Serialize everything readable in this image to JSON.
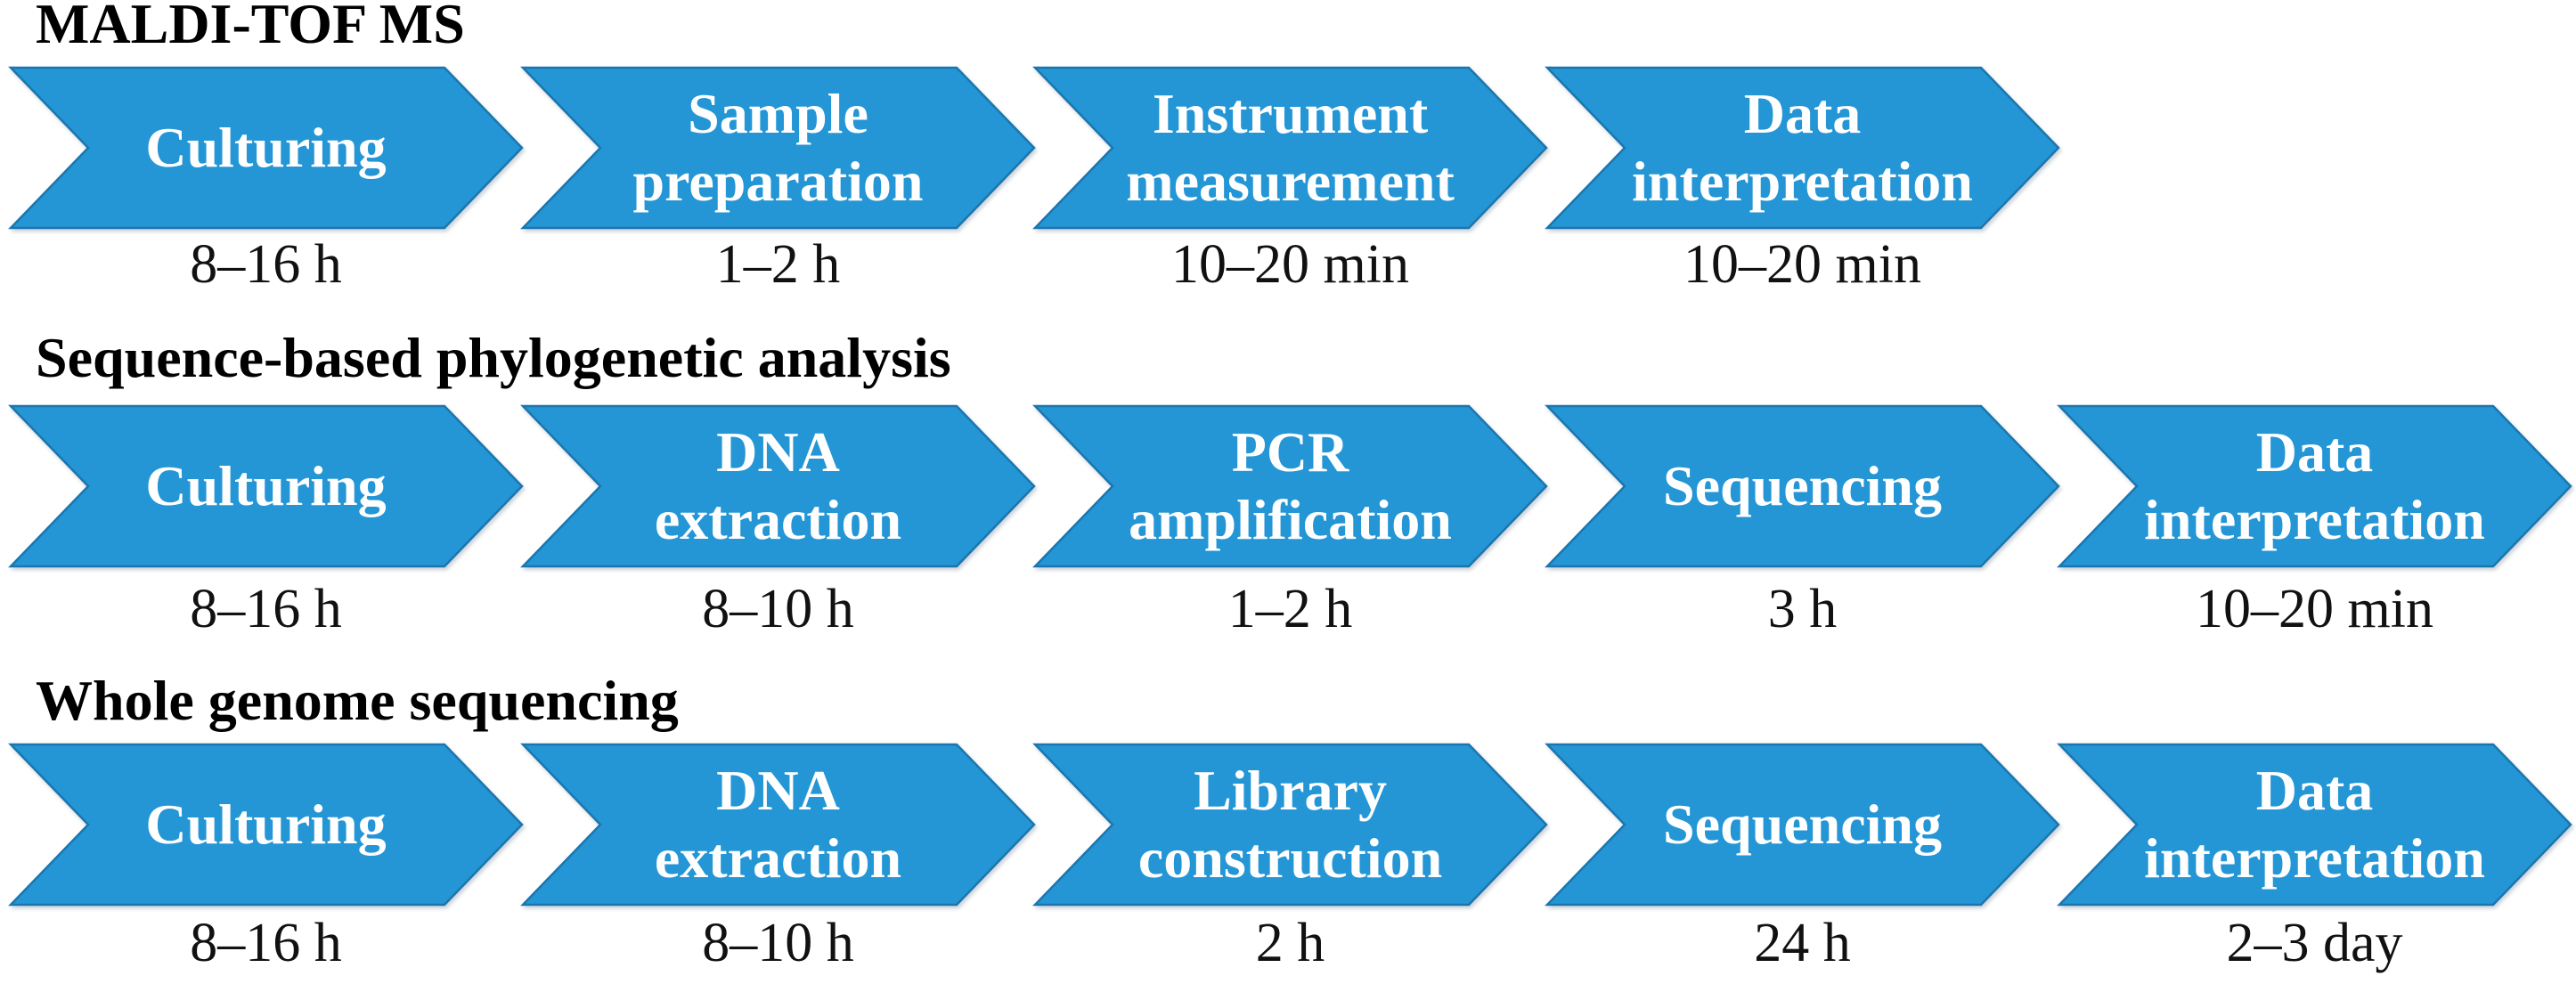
{
  "figure": {
    "background": "#ffffff",
    "arrow_fill": "#2496d5",
    "arrow_border": "#1b76ae",
    "label_color": "#ffffff",
    "heading_color": "#000000",
    "time_color": "#111111"
  },
  "rows": [
    {
      "title": "MALDI-TOF MS",
      "steps": [
        {
          "label_lines": [
            "Culturing"
          ],
          "time": "8–16 h"
        },
        {
          "label_lines": [
            "Sample",
            "preparation"
          ],
          "time": "1–2 h"
        },
        {
          "label_lines": [
            "Instrument",
            "measurement"
          ],
          "time": "10–20 min"
        },
        {
          "label_lines": [
            "Data",
            "interpretation"
          ],
          "time": "10–20 min"
        }
      ]
    },
    {
      "title": "Sequence-based phylogenetic analysis",
      "steps": [
        {
          "label_lines": [
            "Culturing"
          ],
          "time": "8–16 h"
        },
        {
          "label_lines": [
            "DNA",
            "extraction"
          ],
          "time": "8–10 h"
        },
        {
          "label_lines": [
            "PCR",
            "amplification"
          ],
          "time": "1–2 h"
        },
        {
          "label_lines": [
            "Sequencing"
          ],
          "time": "3 h"
        },
        {
          "label_lines": [
            "Data",
            "interpretation"
          ],
          "time": "10–20 min"
        }
      ]
    },
    {
      "title": "Whole genome sequencing",
      "steps": [
        {
          "label_lines": [
            "Culturing"
          ],
          "time": "8–16 h"
        },
        {
          "label_lines": [
            "DNA",
            "extraction"
          ],
          "time": "8–10 h"
        },
        {
          "label_lines": [
            "Library",
            "construction"
          ],
          "time": "2 h"
        },
        {
          "label_lines": [
            "Sequencing"
          ],
          "time": "24 h"
        },
        {
          "label_lines": [
            "Data",
            "interpretation"
          ],
          "time": "2–3 day"
        }
      ]
    }
  ]
}
